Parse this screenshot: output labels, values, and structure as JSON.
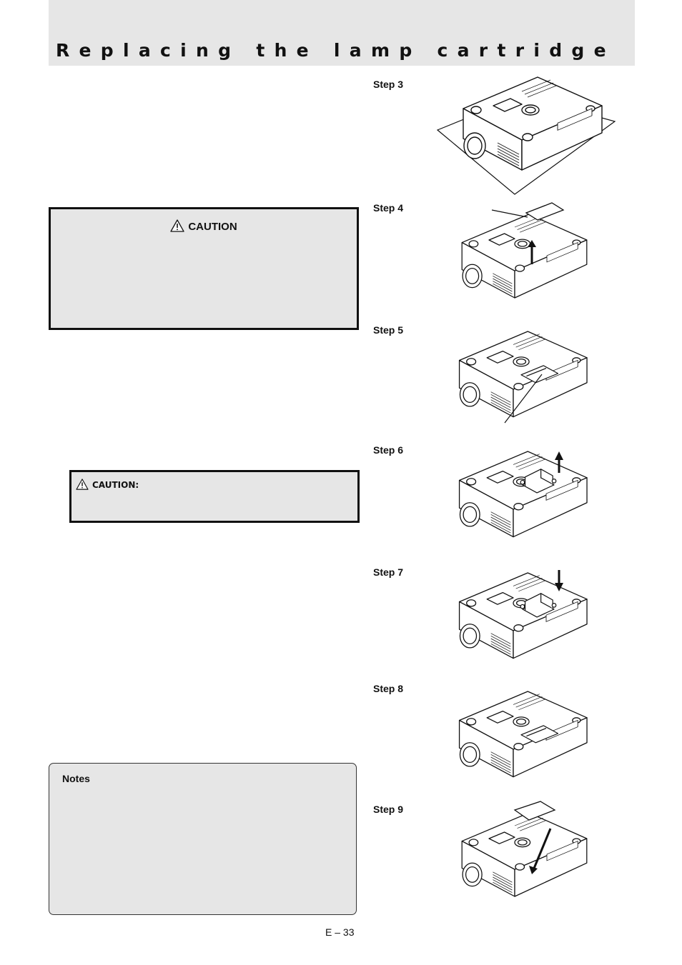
{
  "header": {
    "title": "Replacing the lamp cartridge"
  },
  "caution_box": {
    "icon": "warning-triangle-icon",
    "heading": "CAUTION"
  },
  "caution_small": {
    "icon": "warning-triangle-icon",
    "heading": "CAUTION:"
  },
  "notes": {
    "heading": "Notes"
  },
  "steps": [
    {
      "label": "Step 3",
      "illustration": "projector-upside-down-on-cloth"
    },
    {
      "label": "Step 4",
      "illustration": "remove-lamp-cover"
    },
    {
      "label": "Step 5",
      "illustration": "loosen-lamp-screws"
    },
    {
      "label": "Step 6",
      "illustration": "pull-out-lamp-cartridge"
    },
    {
      "label": "Step 7",
      "illustration": "insert-new-lamp-cartridge"
    },
    {
      "label": "Step 8",
      "illustration": "tighten-lamp-screws"
    },
    {
      "label": "Step 9",
      "illustration": "replace-lamp-cover"
    }
  ],
  "footer": {
    "page_number": "E – 33"
  }
}
